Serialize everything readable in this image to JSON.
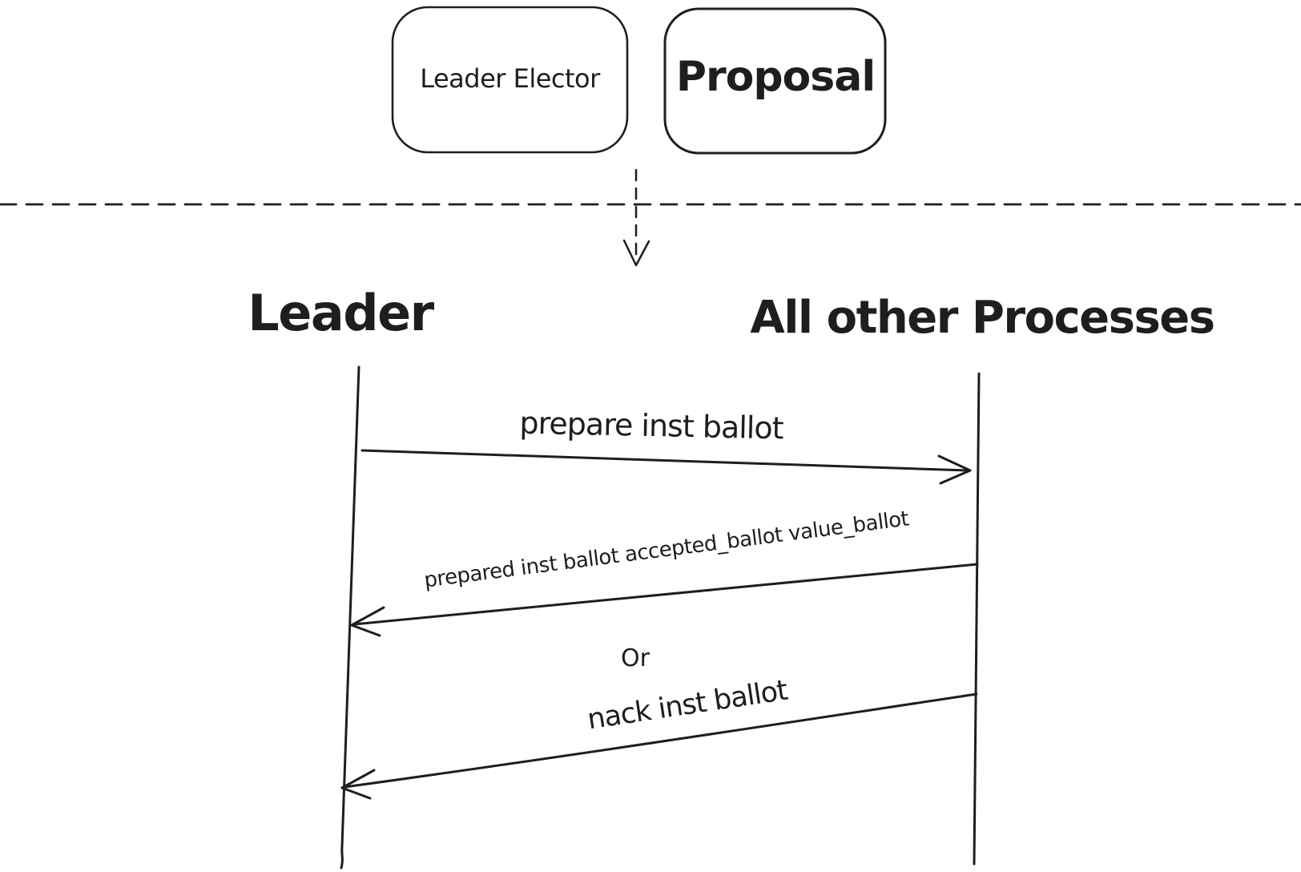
{
  "diagram": {
    "modules": {
      "leader_elector": "Leader Elector",
      "proposal": "Proposal"
    },
    "sequence": {
      "left_actor": "Leader",
      "right_actor": "All other Processes",
      "messages": [
        {
          "label": "prepare inst ballot",
          "from": "Leader",
          "to": "All other Processes",
          "direction": "right"
        },
        {
          "label": "prepared inst ballot accepted_ballot value_ballot",
          "from": "All other Processes",
          "to": "Leader",
          "direction": "left"
        },
        {
          "label": "Or",
          "type": "alternative-separator"
        },
        {
          "label": "nack inst ballot",
          "from": "All other Processes",
          "to": "Leader",
          "direction": "left"
        }
      ]
    },
    "colors": {
      "ink": "#1e1e1e",
      "background": "#ffffff"
    }
  }
}
